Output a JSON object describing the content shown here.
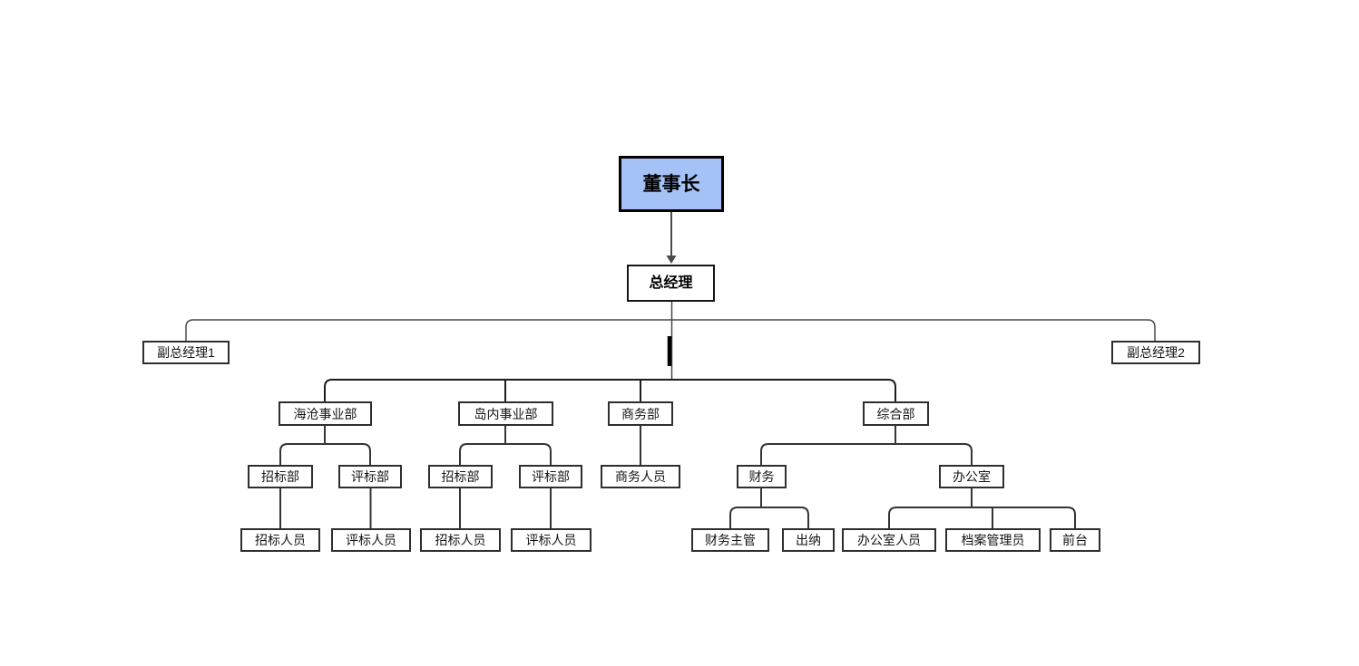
{
  "diagram_type": "org-chart",
  "colors": {
    "chairman_fill": "#a4c2f5",
    "box_border": "#2e2e2e",
    "connector": "#3b3b3b",
    "background": "#ffffff"
  },
  "nodes": [
    {
      "id": "chairman",
      "label": "董事长"
    },
    {
      "id": "general-manager",
      "label": "总经理"
    },
    {
      "id": "vice-gm-1",
      "label": "副总经理1"
    },
    {
      "id": "vice-gm-2",
      "label": "副总经理2"
    },
    {
      "id": "haicang-division",
      "label": "海沧事业部"
    },
    {
      "id": "daonei-division",
      "label": "岛内事业部"
    },
    {
      "id": "business-dept",
      "label": "商务部"
    },
    {
      "id": "general-affairs-dept",
      "label": "综合部"
    },
    {
      "id": "bidding-dept-haicang",
      "label": "招标部"
    },
    {
      "id": "evaluation-dept-haicang",
      "label": "评标部"
    },
    {
      "id": "bidding-dept-daonei",
      "label": "招标部"
    },
    {
      "id": "evaluation-dept-daonei",
      "label": "评标部"
    },
    {
      "id": "business-staff",
      "label": "商务人员"
    },
    {
      "id": "finance",
      "label": "财务"
    },
    {
      "id": "office",
      "label": "办公室"
    },
    {
      "id": "bidding-staff-haicang",
      "label": "招标人员"
    },
    {
      "id": "evaluation-staff-haicang",
      "label": "评标人员"
    },
    {
      "id": "bidding-staff-daonei",
      "label": "招标人员"
    },
    {
      "id": "evaluation-staff-daonei",
      "label": "评标人员"
    },
    {
      "id": "finance-supervisor",
      "label": "财务主管"
    },
    {
      "id": "cashier",
      "label": "出纳"
    },
    {
      "id": "office-staff",
      "label": "办公室人员"
    },
    {
      "id": "archives-manager",
      "label": "档案管理员"
    },
    {
      "id": "receptionist",
      "label": "前台"
    }
  ],
  "edges": [
    {
      "from": "chairman",
      "to": "general-manager",
      "arrow": true
    },
    {
      "from": "general-manager",
      "to": "vice-gm-1"
    },
    {
      "from": "general-manager",
      "to": "vice-gm-2"
    },
    {
      "from": "general-manager",
      "to": "haicang-division"
    },
    {
      "from": "general-manager",
      "to": "daonei-division"
    },
    {
      "from": "general-manager",
      "to": "business-dept"
    },
    {
      "from": "general-manager",
      "to": "general-affairs-dept"
    },
    {
      "from": "haicang-division",
      "to": "bidding-dept-haicang"
    },
    {
      "from": "haicang-division",
      "to": "evaluation-dept-haicang"
    },
    {
      "from": "daonei-division",
      "to": "bidding-dept-daonei"
    },
    {
      "from": "daonei-division",
      "to": "evaluation-dept-daonei"
    },
    {
      "from": "business-dept",
      "to": "business-staff"
    },
    {
      "from": "general-affairs-dept",
      "to": "finance"
    },
    {
      "from": "general-affairs-dept",
      "to": "office"
    },
    {
      "from": "bidding-dept-haicang",
      "to": "bidding-staff-haicang"
    },
    {
      "from": "evaluation-dept-haicang",
      "to": "evaluation-staff-haicang"
    },
    {
      "from": "bidding-dept-daonei",
      "to": "bidding-staff-daonei"
    },
    {
      "from": "evaluation-dept-daonei",
      "to": "evaluation-staff-daonei"
    },
    {
      "from": "finance",
      "to": "finance-supervisor"
    },
    {
      "from": "finance",
      "to": "cashier"
    },
    {
      "from": "office",
      "to": "office-staff"
    },
    {
      "from": "office",
      "to": "archives-manager"
    },
    {
      "from": "office",
      "to": "receptionist"
    }
  ]
}
